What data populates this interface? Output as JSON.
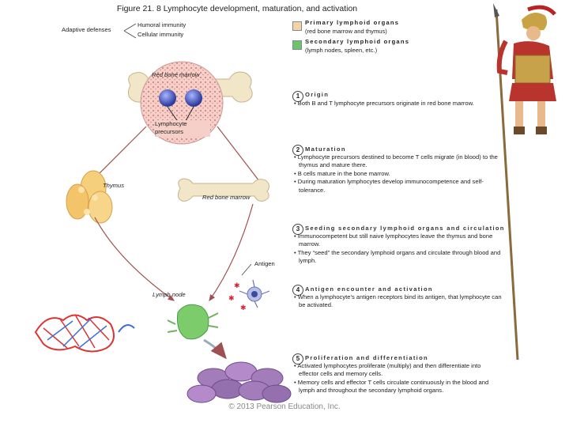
{
  "title": "Figure 21. 8 Lymphocyte development, maturation, and activation",
  "defenses": {
    "adaptive": "Adaptive defenses",
    "humoral": "Humoral immunity",
    "cellular": "Cellular immunity"
  },
  "legend": [
    {
      "heading": "Primary lymphoid organs",
      "detail": "(red bone marrow and thymus)",
      "color": "#f3d3a8"
    },
    {
      "heading": "Secondary lymphoid organs",
      "detail": "(lymph nodes, spleen, etc.)",
      "color": "#6cc36a"
    }
  ],
  "labels": {
    "red_bone_marrow_top": "Red bone marrow",
    "precursors": "Lymphocyte precursors",
    "thymus": "Thymus",
    "red_bone_marrow_right": "Red bone marrow",
    "antigen": "Antigen",
    "lymph_node": "Lymph node"
  },
  "steps": [
    {
      "num": "1",
      "heading": "Origin",
      "bullets": [
        "Both B and T lymphocyte precursors originate in red bone marrow."
      ]
    },
    {
      "num": "2",
      "heading": "Maturation",
      "bullets": [
        "Lymphocyte precursors destined to become T cells migrate (in blood) to the thymus and mature there.",
        "B cells mature in the bone marrow.",
        "During maturation lymphocytes develop immunocompetence and self-tolerance."
      ]
    },
    {
      "num": "3",
      "heading": "Seeding secondary lymphoid organs and circulation",
      "bullets": [
        "Immunocompetent but still naive lymphocytes leave the thymus and bone marrow.",
        "They “seed” the secondary lymphoid organs and circulate through blood and lymph."
      ]
    },
    {
      "num": "4",
      "heading": "Antigen encounter and activation",
      "bullets": [
        "When a lymphocyte’s antigen receptors bind its antigen, that lymphocyte can be activated."
      ]
    },
    {
      "num": "5",
      "heading": "Proliferation and differentiation",
      "bullets": [
        "Activated lymphocytes proliferate (multiply) and then differentiate into effector cells and memory cells.",
        "Memory cells and effector T cells circulate continuously in the blood and lymph and throughout the secondary lymphoid organs."
      ]
    }
  ],
  "footer": "© 2013 Pearson Education, Inc."
}
